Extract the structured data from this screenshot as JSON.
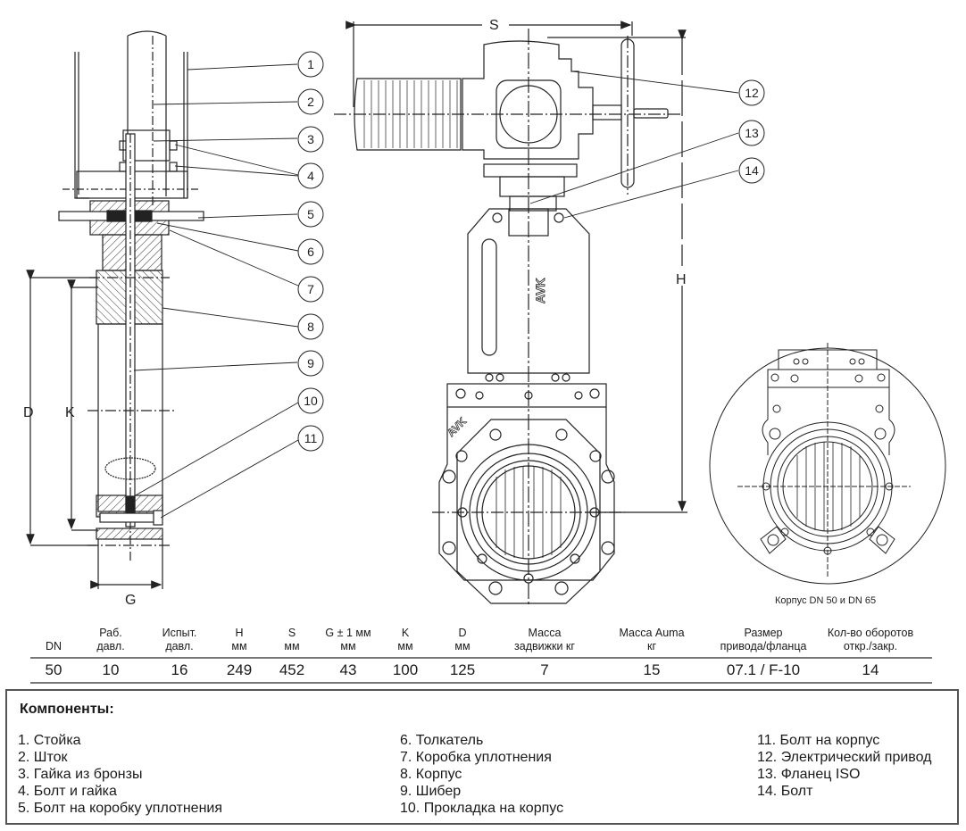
{
  "dimension_labels": {
    "S": "S",
    "H": "H",
    "D": "D",
    "K": "K",
    "G": "G"
  },
  "callouts": [
    "1",
    "2",
    "3",
    "4",
    "5",
    "6",
    "7",
    "8",
    "9",
    "10",
    "11",
    "12",
    "13",
    "14"
  ],
  "logo_text": "AVK",
  "detail_caption": "Корпус DN 50 и DN 65",
  "spec_table": {
    "headers": [
      [
        "",
        "DN"
      ],
      [
        "Раб.",
        "давл."
      ],
      [
        "Испыт.",
        "давл."
      ],
      [
        "H",
        "мм"
      ],
      [
        "S",
        "мм"
      ],
      [
        "G ± 1 мм",
        "мм"
      ],
      [
        "K",
        "мм"
      ],
      [
        "D",
        "мм"
      ],
      [
        "Масса",
        "задвижки кг"
      ],
      [
        "Масса Auma",
        "кг"
      ],
      [
        "Размер",
        "привода/фланца"
      ],
      [
        "Кол-во оборотов",
        "откр./закр."
      ]
    ],
    "rows": [
      [
        "50",
        "10",
        "16",
        "249",
        "452",
        "43",
        "100",
        "125",
        "7",
        "15",
        "07.1 / F-10",
        "14"
      ]
    ]
  },
  "components": {
    "title": "Компоненты:",
    "columns": [
      [
        "1. Стойка",
        "2. Шток",
        "3. Гайка из бронзы",
        "4. Болт и гайка",
        "5. Болт на коробку уплотнения"
      ],
      [
        "6. Толкатель",
        "7. Коробка уплотнения",
        "8. Корпус",
        "9. Шибер",
        "10. Прокладка на корпус"
      ],
      [
        "11. Болт на корпус",
        "12. Электрический привод",
        "13. Фланец ISO",
        "14. Болт"
      ]
    ]
  }
}
